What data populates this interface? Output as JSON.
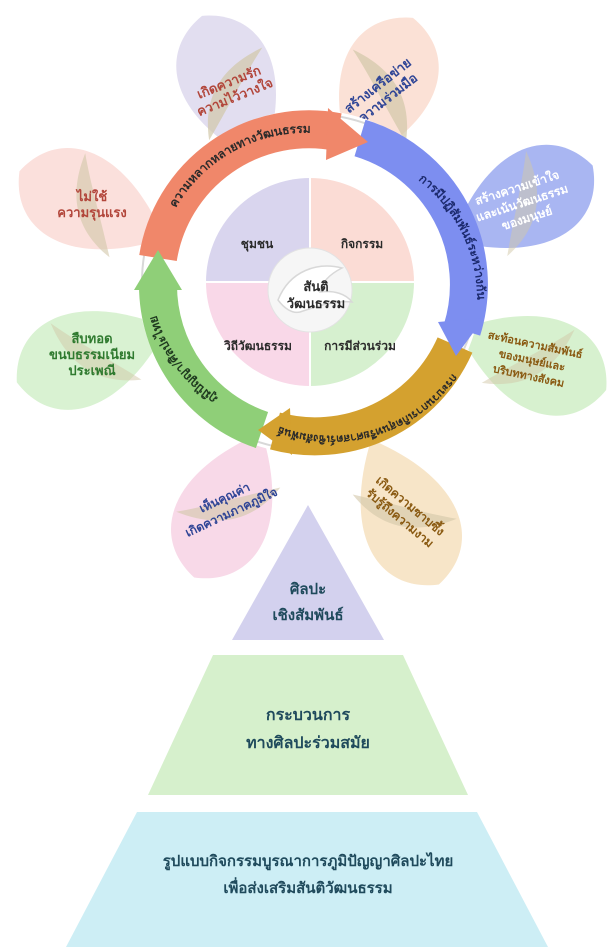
{
  "center": {
    "line1": "สันติ",
    "line2": "วัฒนธรรม"
  },
  "inner_quadrants": [
    {
      "label": "ชุมชน",
      "color": "#d9d5ee"
    },
    {
      "label": "กิจกรรม",
      "color": "#fbdcd5"
    },
    {
      "label": "การมีส่วนร่วม",
      "color": "#d6f0cf"
    },
    {
      "label": "วิถีวัฒนธรรม",
      "color": "#f9d8e8"
    }
  ],
  "ring_arrows": [
    {
      "label": "ความหลากหลายทางวัฒนธรรม",
      "color": "#f0876a"
    },
    {
      "label": "การมีปฏิสัมพันธ์ระหว่างกัน",
      "color": "#7d8ef0"
    },
    {
      "label": "กระบวนการเกิดสุนทรียศาสตร์เชิงสัมพันธ์",
      "color": "#d4a12f"
    },
    {
      "label": "ภูมิปัญญา/ศิลปะไทย",
      "color": "#8fcf78"
    }
  ],
  "petals": [
    {
      "lines": [
        "เกิดความรัก",
        "ความไว้วางใจ"
      ],
      "fill": "#e2def0",
      "text_color": "#b2463b"
    },
    {
      "lines": [
        "สร้างเครือข่าย",
        "ความร่วมมือ"
      ],
      "fill": "#fbe1d6",
      "text_color": "#2f4596"
    },
    {
      "lines": [
        "สร้างความเข้าใจ",
        "และเน้นวัฒนธรรม",
        "ของมนุษย์"
      ],
      "fill": "#a9b6f2",
      "text_color": "#ffffff"
    },
    {
      "lines": [
        "สะท้อนความสัมพันธ์",
        "ของมนุษย์และ",
        "บริบททางสังคม"
      ],
      "fill": "#d7f1cf",
      "text_color": "#8a5a12"
    },
    {
      "lines": [
        "เกิดความซาบซึ้ง",
        "รับรู้ถึงความงาม"
      ],
      "fill": "#f7e5c8",
      "text_color": "#8a5a12"
    },
    {
      "lines": [
        "เห็นคุณค่า",
        "เกิดความภาคภูมิใจ"
      ],
      "fill": "#f8d9e8",
      "text_color": "#2f4596"
    },
    {
      "lines": [
        "สืบทอด",
        "ขนบธรรมเนียม",
        "ประเพณี"
      ],
      "fill": "#d9f2d2",
      "text_color": "#2f7a2f"
    },
    {
      "lines": [
        "ไม่ใช้",
        "ความรุนแรง"
      ],
      "fill": "#fbe0dc",
      "text_color": "#b2463b"
    }
  ],
  "pyramid": [
    {
      "lines": [
        "ศิลปะ",
        "เชิงสัมพันธ์"
      ],
      "fill": "#d3d1ee"
    },
    {
      "lines": [
        "กระบวนการ",
        "ทางศิลปะร่วมสมัย"
      ],
      "fill": "#d6f0cc"
    },
    {
      "lines": [
        "รูปแบบกิจกรรมบูรณาการภูมิปัญญาศิลปะไทย",
        "เพื่อส่งเสริมสันติวัฒนธรรม"
      ],
      "fill": "#cdeef5"
    }
  ],
  "pyramid_text_color": "#1f4a5c"
}
